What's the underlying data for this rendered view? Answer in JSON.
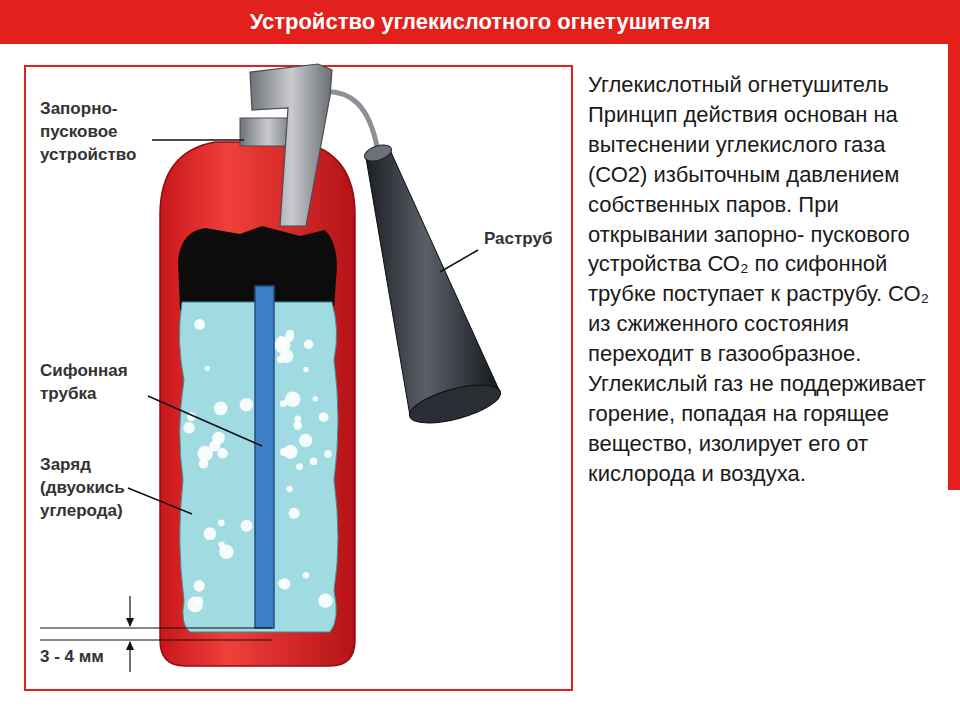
{
  "diagram": {
    "title": "Устройство углекислотного огнетушителя",
    "labels": [
      "Запорно- пусковое устройство",
      "Раструб",
      "Сифонная трубка",
      "Заряд (двуокись углерода)",
      "3 - 4 мм",
      "Углекислотный огнетушитель Принцип действия основан на вытеснении углекислого газа (СО2) избыточным давлением собственных паров. При открывании запорно- пускового устройства СО₂ по сифонной трубке поступает к раструбу. СО₂ из сжиженного состояния переходит в газообразное. Углекислый газ не поддерживает горение, попадая на горящее вещество, изолирует его от кислорода и воздуха."
    ]
  }
}
